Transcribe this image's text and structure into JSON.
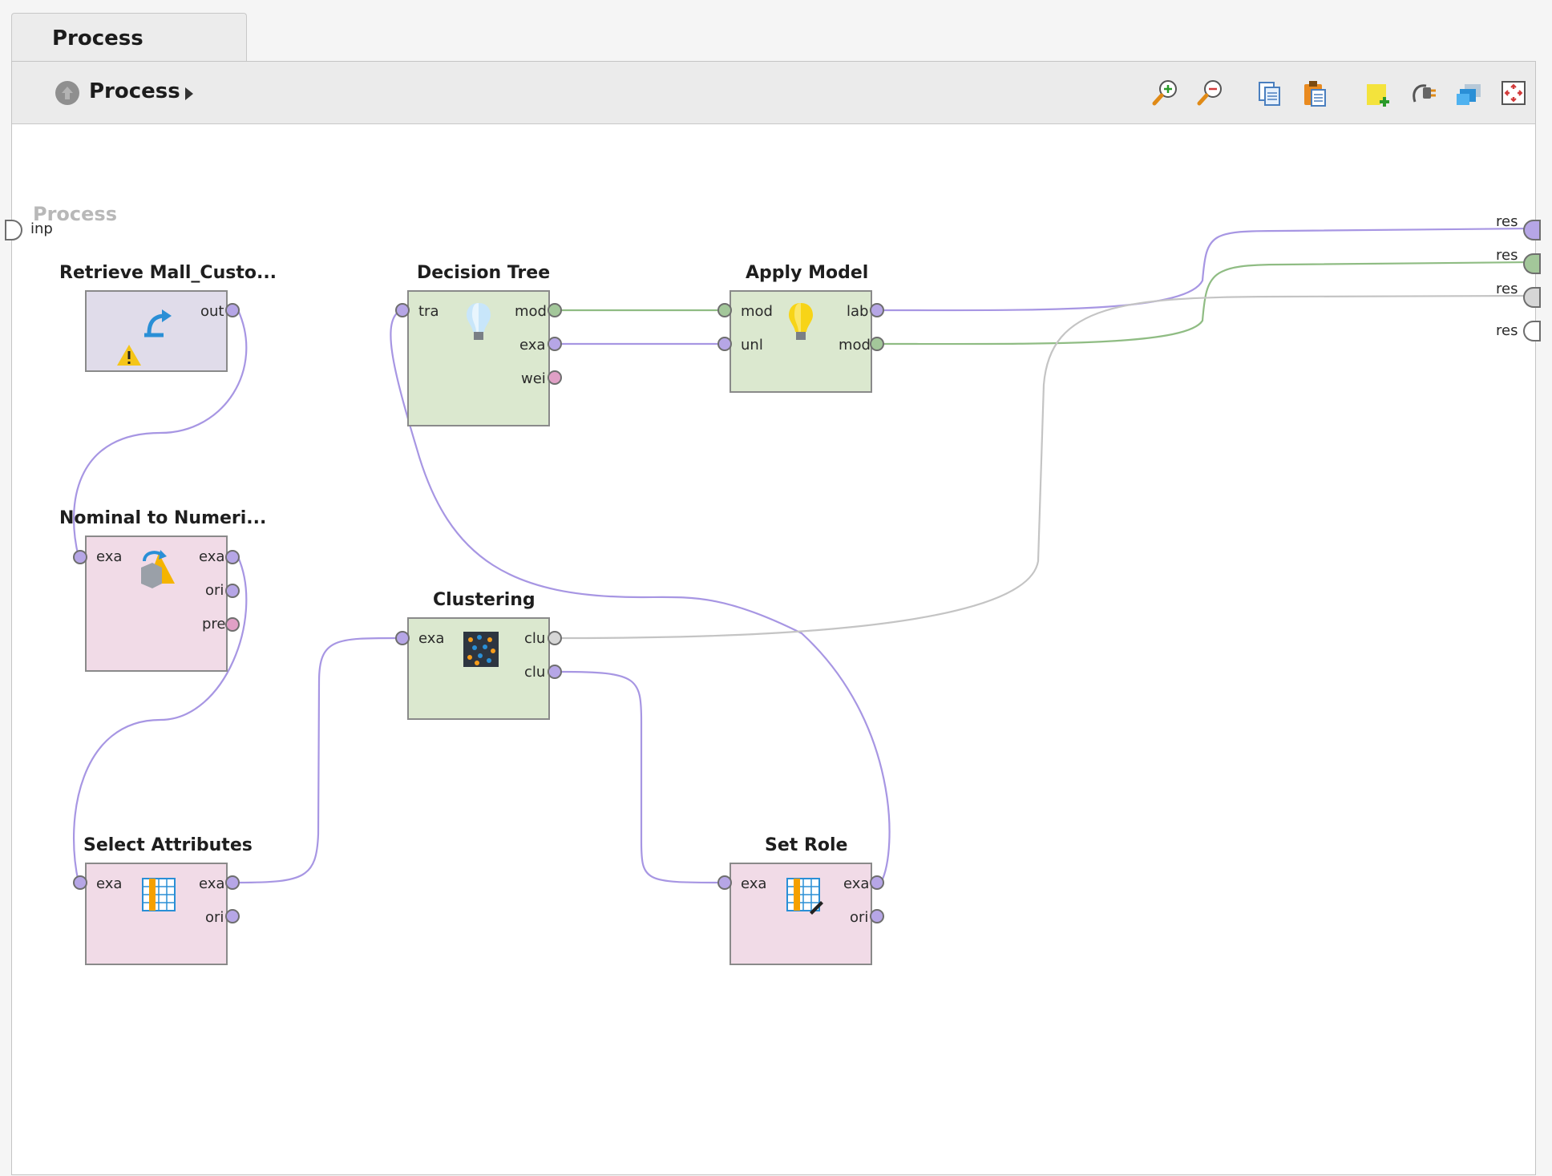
{
  "tab": {
    "label": "Process"
  },
  "breadcrumb": {
    "label": "Process"
  },
  "toolbar": {
    "tools": [
      "zoom-in-icon",
      "zoom-out-icon",
      "copy-icon",
      "paste-icon",
      "add-note-icon",
      "auto-wire-icon",
      "layers-icon",
      "fit-view-icon"
    ]
  },
  "canvas": {
    "title": "Process",
    "input_port": "inp",
    "result_ports": [
      "res",
      "res",
      "res",
      "res"
    ]
  },
  "operators": {
    "retrieve": {
      "title": "Retrieve Mall_Custo...",
      "out": "out"
    },
    "nominal": {
      "title": "Nominal to Numeri...",
      "in": "exa",
      "out1": "exa",
      "out2": "ori",
      "out3": "pre"
    },
    "select": {
      "title": "Select Attributes",
      "in": "exa",
      "out1": "exa",
      "out2": "ori"
    },
    "tree": {
      "title": "Decision Tree",
      "in": "tra",
      "out1": "mod",
      "out2": "exa",
      "out3": "wei"
    },
    "clustering": {
      "title": "Clustering",
      "in": "exa",
      "out1": "clu",
      "out2": "clu"
    },
    "apply": {
      "title": "Apply Model",
      "in1": "mod",
      "in2": "unl",
      "out1": "lab",
      "out2": "mod"
    },
    "setrole": {
      "title": "Set Role",
      "in": "exa",
      "out1": "exa",
      "out2": "ori"
    }
  },
  "colors": {
    "purple_wire": "#a796e3",
    "green_wire": "#8fbc83",
    "grey_wire": "#c4c4c4",
    "green_operator": "#dbe8cf",
    "pink_operator": "#f1dbe7"
  }
}
